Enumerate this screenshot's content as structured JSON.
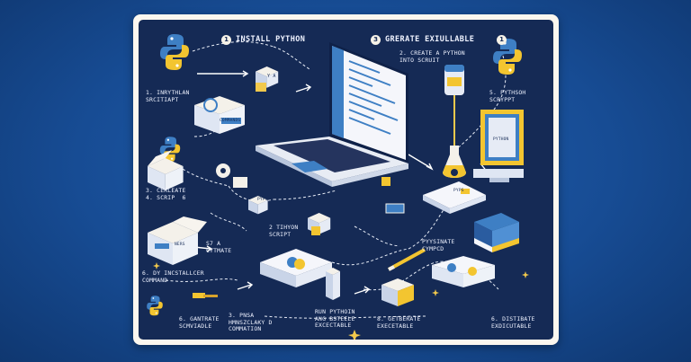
{
  "header": {
    "step1_num": "1",
    "step1_title": "INSTALL PYTHON",
    "step3_num": "3",
    "step3_title": "GRERATE EXIULLABLE",
    "step1b_num": "1"
  },
  "labels": {
    "l_python_script": "1. INRYTHLAN\nSRCITIAPT",
    "l_create_python": "2. CREATE A PYTHON\nINTO SCRUIT",
    "l_python_scrypt": "5. PYTHSOH\nSCRYPPT",
    "l_cerleate": "3. CERLEATE\n4. SCRIP  6",
    "l_thyon_script": "2 TIHYON\nSCRIPT",
    "l_cytmate": "S7 A\nCYTMATE",
    "l_pyysinate": "PYYSINATE\nCYMPCD",
    "l_installer": "6. DY INCSTALLCER\nCOMMAND",
    "l_gantrate": "6. GANTRATE\nSCMVIADLE",
    "l_pnsa": "3. PNSA\nHMNSZCLAKY D\nCOMMATION",
    "l_run_python": "RUN PYTHOIN\nANG BSTEELE\nEXCECTABLE",
    "l_getberate": "8. GETBERATE\nEXECETABLE",
    "l_distribate": "6. DISTIBATE\nEXDICUTABLE",
    "box_commands": "COMMANDS",
    "box_ya": "Y A",
    "box_pyps": "PYPS",
    "box_python": "PYTHON",
    "box_pyps2": "PYPS",
    "box_ners": "NERS"
  },
  "colors": {
    "panel": "#152a55",
    "frame": "#fbf7ef",
    "python_blue": "#3e7fc4",
    "python_yellow": "#f3c530",
    "accent": "#f2c94c"
  }
}
